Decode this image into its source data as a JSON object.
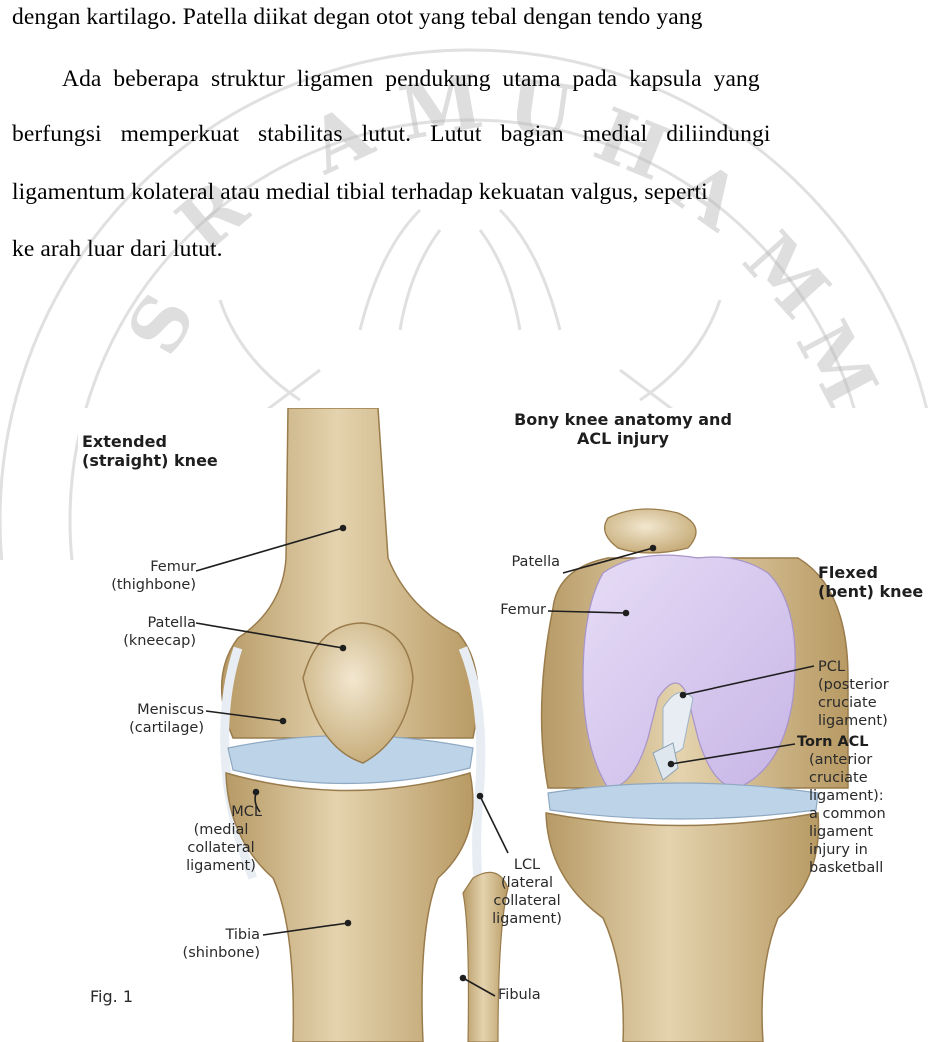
{
  "document": {
    "lines": [
      "dengan kartilago. Patella diikat degan otot yang tebal dengan tendo yang",
      "Ada beberapa struktur ligamen pendukung utama pada kapsula yang",
      "berfungsi memperkuat stabilitas lutut. Lutut bagian medial diliindungi",
      "ligamentum kolateral atau medial tibial terhadap kekuatan valgus, seperti",
      "ke arah luar dari lutut."
    ],
    "watermark_text": "MUHAMMADIYAH"
  },
  "figure": {
    "left_title": [
      "Extended",
      "(straight) knee"
    ],
    "right_title": [
      "Bony knee anatomy and",
      "ACL injury"
    ],
    "flexed_title": [
      "Flexed",
      "(bent) knee"
    ],
    "labels": {
      "femur_left": [
        "Femur",
        "(thighbone)"
      ],
      "patella_left": [
        "Patella",
        "(kneecap)"
      ],
      "meniscus": [
        "Meniscus",
        "(cartilage)"
      ],
      "mcl": [
        "MCL",
        "(medial",
        "collateral",
        "ligament)"
      ],
      "tibia": [
        "Tibia",
        "(shinbone)"
      ],
      "fig": "Fig. 1",
      "lcl": [
        "LCL",
        "(lateral",
        "collateral",
        "ligament)"
      ],
      "fibula": "Fibula",
      "patella_right": "Patella",
      "femur_right": "Femur",
      "pcl": [
        "PCL",
        "(posterior",
        "cruciate",
        "ligament)"
      ],
      "torn_acl": "Torn ACL",
      "torn_acl_desc": [
        "(anterior",
        "cruciate",
        "ligament):",
        "a common",
        "ligament",
        "injury in",
        "basketball"
      ]
    }
  },
  "colors": {
    "bone": "#d8c29a",
    "bone_shadow": "#a88a5a",
    "cartilage": "#d4c4ec",
    "ligament": "#e7edf2",
    "meniscus": "#bcd3e8",
    "watermark": "#b9b9b9"
  }
}
